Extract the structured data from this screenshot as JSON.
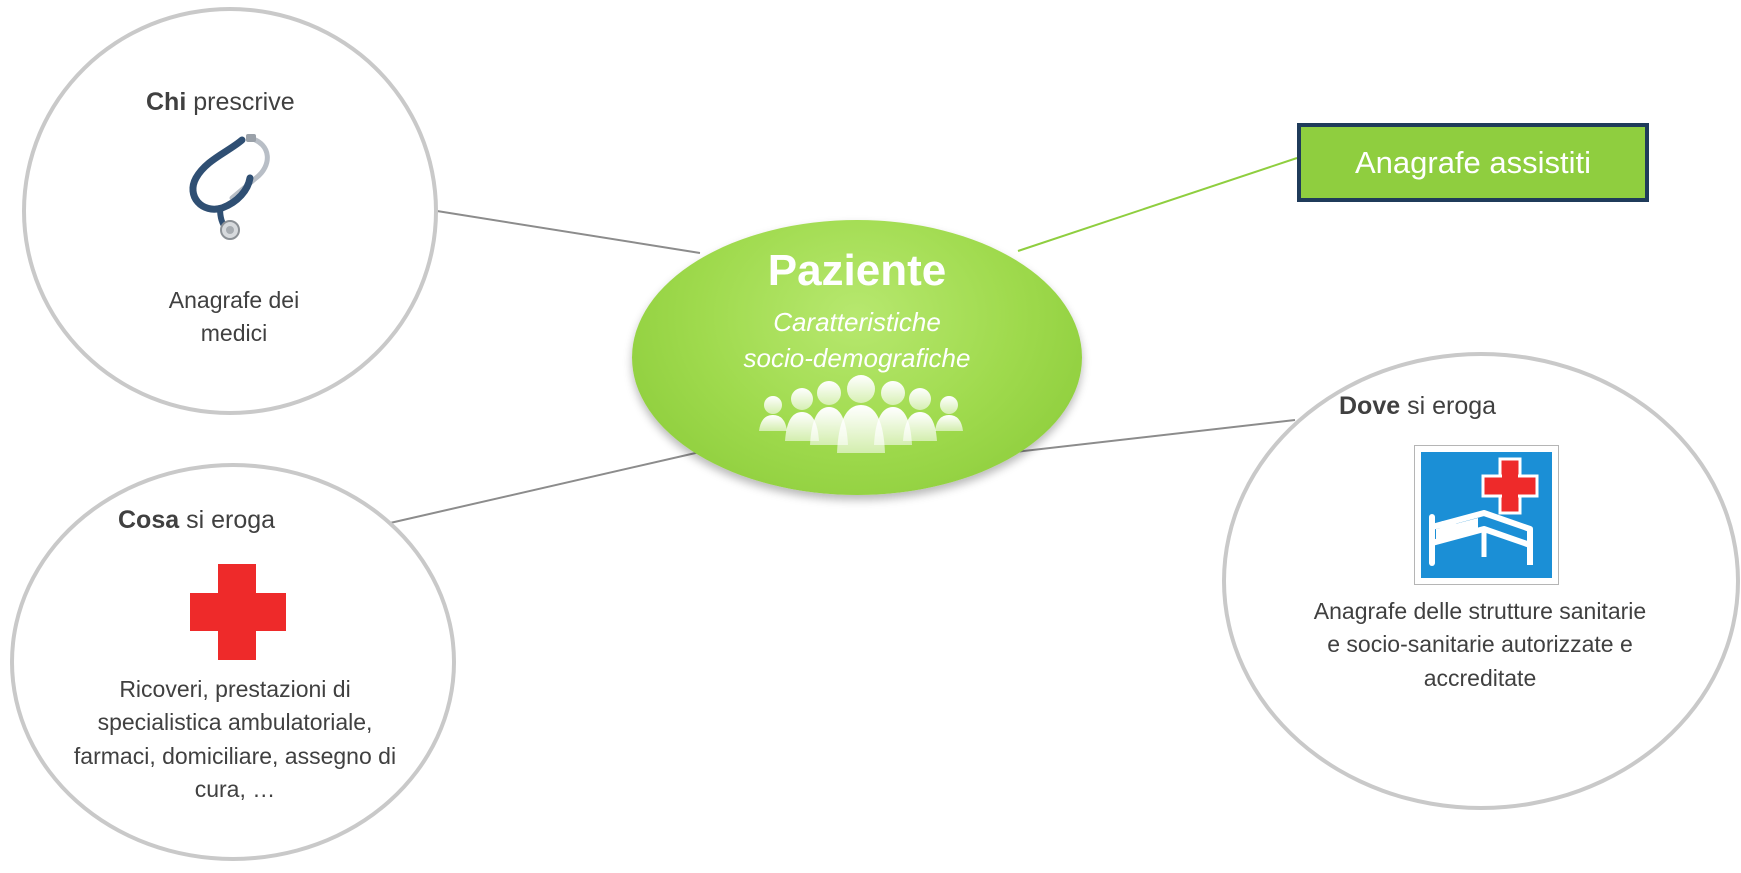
{
  "center": {
    "title": "Paziente",
    "subtitle_line1": "Caratteristiche",
    "subtitle_line2": "socio-demografiche",
    "icon": "people-group-icon"
  },
  "chi": {
    "heading_bold": "Chi",
    "heading_rest": " prescrive",
    "icon": "stethoscope-icon",
    "desc_line1": "Anagrafe dei",
    "desc_line2": "medici"
  },
  "cosa": {
    "heading_bold": "Cosa",
    "heading_rest": " si eroga",
    "icon": "red-cross-icon",
    "desc_line1": "Ricoveri, prestazioni di",
    "desc_line2": "specialistica ambulatoriale,",
    "desc_line3": "farmaci, domiciliare, assegno di",
    "desc_line4": "cura, …"
  },
  "dove": {
    "heading_bold": "Dove",
    "heading_rest": " si eroga",
    "icon": "hospital-bed-icon",
    "desc_line1": "Anagrafe delle strutture sanitarie",
    "desc_line2": "e socio-sanitarie autorizzate e",
    "desc_line3": "accreditate"
  },
  "anagrafe_assistiti": {
    "label": "Anagrafe assistiti"
  },
  "colors": {
    "center_fill": "#9fda4d",
    "box_fill": "#8fce3f",
    "box_border": "#1f3b5a",
    "bubble_border": "#c9c9c9",
    "connector_gray": "#8c8c8c",
    "connector_green": "#8fce3f",
    "cross_red": "#ee2a2a",
    "bed_blue": "#1b8fd6"
  }
}
